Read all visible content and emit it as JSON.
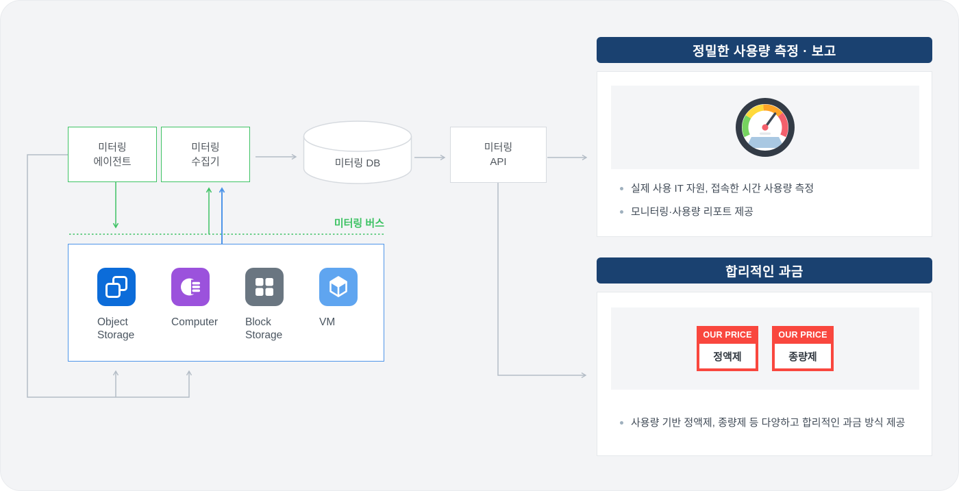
{
  "diagram": {
    "agent_label": "미터링\n에이전트",
    "collector_label": "미터링\n수집기",
    "db_label": "미터링 DB",
    "api_label": "미터링\nAPI",
    "bus_label": "미터링 버스",
    "resources": [
      {
        "icon": "object-storage-icon",
        "label": "Object\nStorage",
        "color": "#0C6CD9"
      },
      {
        "icon": "computer-icon",
        "label": "Computer",
        "color": "#9B52DC"
      },
      {
        "icon": "block-storage-icon",
        "label": "Block\nStorage",
        "color": "#6A7681"
      },
      {
        "icon": "vm-icon",
        "label": "VM",
        "color": "#5FA5F0"
      }
    ]
  },
  "panels": [
    {
      "title": "정밀한 사용량 측정 · 보고",
      "icon": "gauge-icon",
      "bullets": [
        "실제 사용 IT 자원, 접속한 시간 사용량 측정",
        "모니터링·사용량 리포트 제공"
      ]
    },
    {
      "title": "합리적인 과금",
      "price_tags": [
        {
          "badge": "OUR PRICE",
          "label": "정액제"
        },
        {
          "badge": "OUR PRICE",
          "label": "종량제"
        }
      ],
      "bullets": [
        "사용량 기반 정액제, 종량제 등 다양하고 합리적인 과금 방식 제공"
      ]
    }
  ],
  "colors": {
    "canvas_bg": "#F3F4F6",
    "header_navy": "#1A4170",
    "green": "#3DC263",
    "blue": "#4D94E8",
    "red": "#F9473E",
    "line_gray": "#B3BCC6",
    "gauge": {
      "ring": "#333B46",
      "green": "#76D35F",
      "yellow": "#FFD93B",
      "orange": "#FFA426",
      "red": "#F4606C",
      "needle": "#3E4854",
      "panel": "#A9C8E2"
    }
  }
}
